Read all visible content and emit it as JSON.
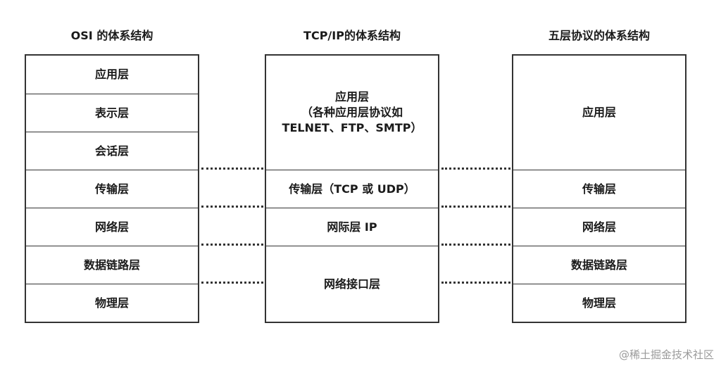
{
  "columns": [
    {
      "title": "OSI 的体系结构",
      "layers": [
        "应用层",
        "表示层",
        "会话层",
        "传输层",
        "网络层",
        "数据链路层",
        "物理层"
      ]
    },
    {
      "title": "TCP/IP的体系结构",
      "layers": [
        "应用层\n（各种应用层协议如\nTELNET、FTP、SMTP）",
        "传输层（TCP 或 UDP）",
        "网际层 IP",
        "网络接口层"
      ]
    },
    {
      "title": "五层协议的体系结构",
      "layers": [
        "应用层",
        "传输层",
        "网络层",
        "数据链路层",
        "物理层"
      ]
    }
  ],
  "watermark": "@稀土掘金技术社区"
}
